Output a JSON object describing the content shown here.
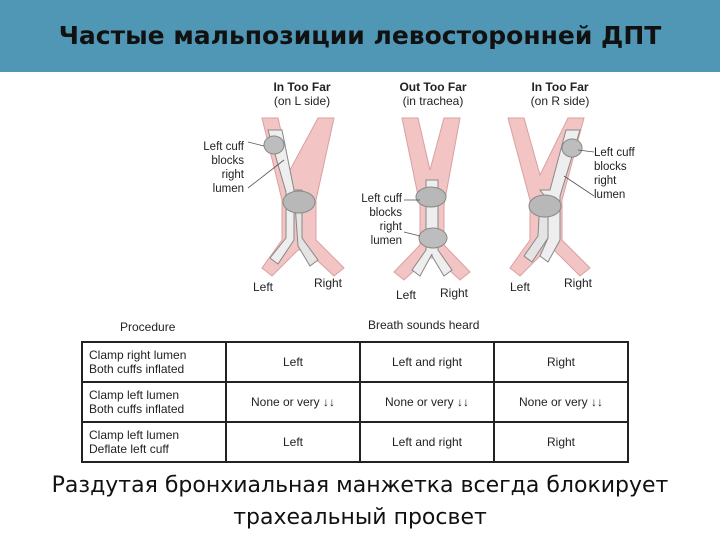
{
  "title": "Частые мальпозиции левосторонней ДПТ",
  "panels": [
    {
      "title": "In Too Far",
      "subtitle": "(on L side)",
      "left_label": "Left",
      "right_label": "Right"
    },
    {
      "title": "Out Too Far",
      "subtitle": "(in trachea)",
      "left_label": "Left",
      "right_label": "Right"
    },
    {
      "title": "In Too Far",
      "subtitle": "(on R side)",
      "left_label": "Left",
      "right_label": "Right"
    }
  ],
  "callouts": {
    "panel1": [
      "Left cuff",
      "blocks",
      "right",
      "lumen"
    ],
    "panel2": [
      "Left cuff",
      "blocks",
      "right",
      "lumen"
    ],
    "panel3": [
      "Left cuff",
      "blocks",
      "right",
      "lumen"
    ]
  },
  "table": {
    "procedure_header": "Procedure",
    "results_header": "Breath sounds heard",
    "rows": [
      {
        "procedure": [
          "Clamp right lumen",
          "Both cuffs inflated"
        ],
        "cells": [
          "Left",
          "Left and right",
          "Right"
        ]
      },
      {
        "procedure": [
          "Clamp left lumen",
          "Both cuffs inflated"
        ],
        "cells": [
          "None or very ↓↓",
          "None or very ↓↓",
          "None or very ↓↓"
        ]
      },
      {
        "procedure": [
          "Clamp left lumen",
          "Deflate left cuff"
        ],
        "cells": [
          "Left",
          "Left and right",
          "Right"
        ]
      }
    ]
  },
  "caption": [
    "Раздутая бронхиальная манжетка всегда блокирует",
    "трахеальный просвет"
  ],
  "colors": {
    "header_bar": "#4f97b4",
    "airway": "#f2c4c4",
    "airway_edge": "#d9a0a0",
    "tube": "#e8e8e8",
    "cuff": "#b8b8b8"
  }
}
